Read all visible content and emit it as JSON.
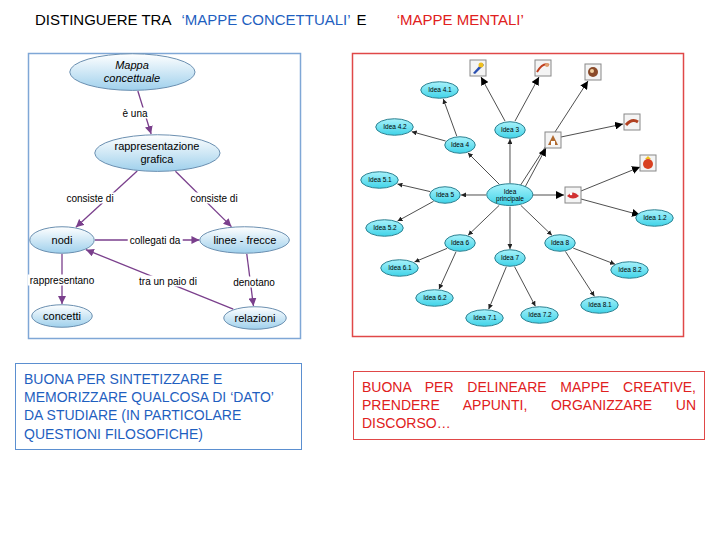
{
  "diagram": {
    "title": "DISTINGUERE TRA",
    "nodes": [
      {
        "text": [
          "Mappa concettuale"
        ]
      },
      {
        "text": [
          "rappresentazione grafica"
        ]
      },
      {
        "text": [
          "nodi"
        ]
      },
      {
        "text": [
          "linee - frecce"
        ]
      },
      {
        "text": [
          "concetti"
        ]
      },
      {
        "text": [
          "relazioni"
        ]
      },
      {
        "text": [
          "Idea principale"
        ]
      },
      {
        "text": [
          "Idea 3"
        ]
      },
      {
        "text": [
          "Idea 4"
        ]
      },
      {
        "text": [
          "Idea 4.1"
        ]
      },
      {
        "text": [
          "Idea 4.2"
        ]
      },
      {
        "text": [
          "Idea 5"
        ]
      },
      {
        "text": [
          "Idea 5.1"
        ]
      },
      {
        "text": [
          "Idea 5.2"
        ]
      },
      {
        "text": [
          "Idea 6"
        ]
      },
      {
        "text": [
          "Idea 6.1"
        ]
      },
      {
        "text": [
          "Idea 6.2"
        ]
      },
      {
        "text": [
          "Idea 7"
        ]
      },
      {
        "text": [
          "Idea 7.1"
        ]
      },
      {
        "text": [
          "Idea 7.2"
        ]
      },
      {
        "text": [
          "Idea 8"
        ]
      },
      {
        "text": [
          "Idea 8.1"
        ]
      },
      {
        "text": [
          "Idea 8.2"
        ]
      },
      {
        "text": [
          "Idea 1.2"
        ]
      },
      {
        "text": [
          "BUONA PER SINTETIZZARE E MEMORIZZARE QUALCOSA DI ‘DATO’ DA STUDIARE (IN PARTICOLARE QUESTIONI FILOSOFICHE)"
        ]
      },
      {
        "text": [
          "BUONA PER DELINEARE MAPPE CREATIVE, PRENDERE APPUNTI, ORGANIZZARE UN DISCORSO…"
        ]
      }
    ],
    "edges": [
      {
        "from": 0,
        "to": 1,
        "arrow": "to",
        "label": "è una"
      },
      {
        "from": 1,
        "to": 2,
        "arrow": "to",
        "label": "consiste di"
      },
      {
        "from": 1,
        "to": 3,
        "arrow": "to",
        "label": "consiste di"
      },
      {
        "from": 2,
        "to": 3,
        "arrow": "to",
        "label": "collegati da"
      },
      {
        "from": 2,
        "to": 4,
        "arrow": "to",
        "label": "rappresentano"
      },
      {
        "from": 3,
        "to": 5,
        "arrow": "to",
        "label": "denotano"
      },
      {
        "from": 5,
        "to": 2,
        "arrow": "to",
        "label": "tra un paio di"
      },
      {
        "from": 6,
        "to": 7,
        "arrow": "to"
      },
      {
        "from": 6,
        "to": 8,
        "arrow": "to"
      },
      {
        "from": 8,
        "to": 9,
        "arrow": "to"
      },
      {
        "from": 8,
        "to": 10,
        "arrow": "to"
      },
      {
        "from": 6,
        "to": 11,
        "arrow": "to"
      },
      {
        "from": 11,
        "to": 12,
        "arrow": "to"
      },
      {
        "from": 11,
        "to": 13,
        "arrow": "to"
      },
      {
        "from": 6,
        "to": 14,
        "arrow": "to"
      },
      {
        "from": 14,
        "to": 15,
        "arrow": "to"
      },
      {
        "from": 14,
        "to": 16,
        "arrow": "to"
      },
      {
        "from": 6,
        "to": 17,
        "arrow": "to"
      },
      {
        "from": 17,
        "to": 18,
        "arrow": "to"
      },
      {
        "from": 17,
        "to": 19,
        "arrow": "to"
      },
      {
        "from": 6,
        "to": 20,
        "arrow": "to"
      },
      {
        "from": 20,
        "to": 21,
        "arrow": "to"
      },
      {
        "from": 20,
        "to": 22,
        "arrow": "to"
      }
    ],
    "labels": [
      "‘MAPPE CONCETTUALI’",
      "E",
      "‘MAPPE MENTALI’"
    ]
  }
}
